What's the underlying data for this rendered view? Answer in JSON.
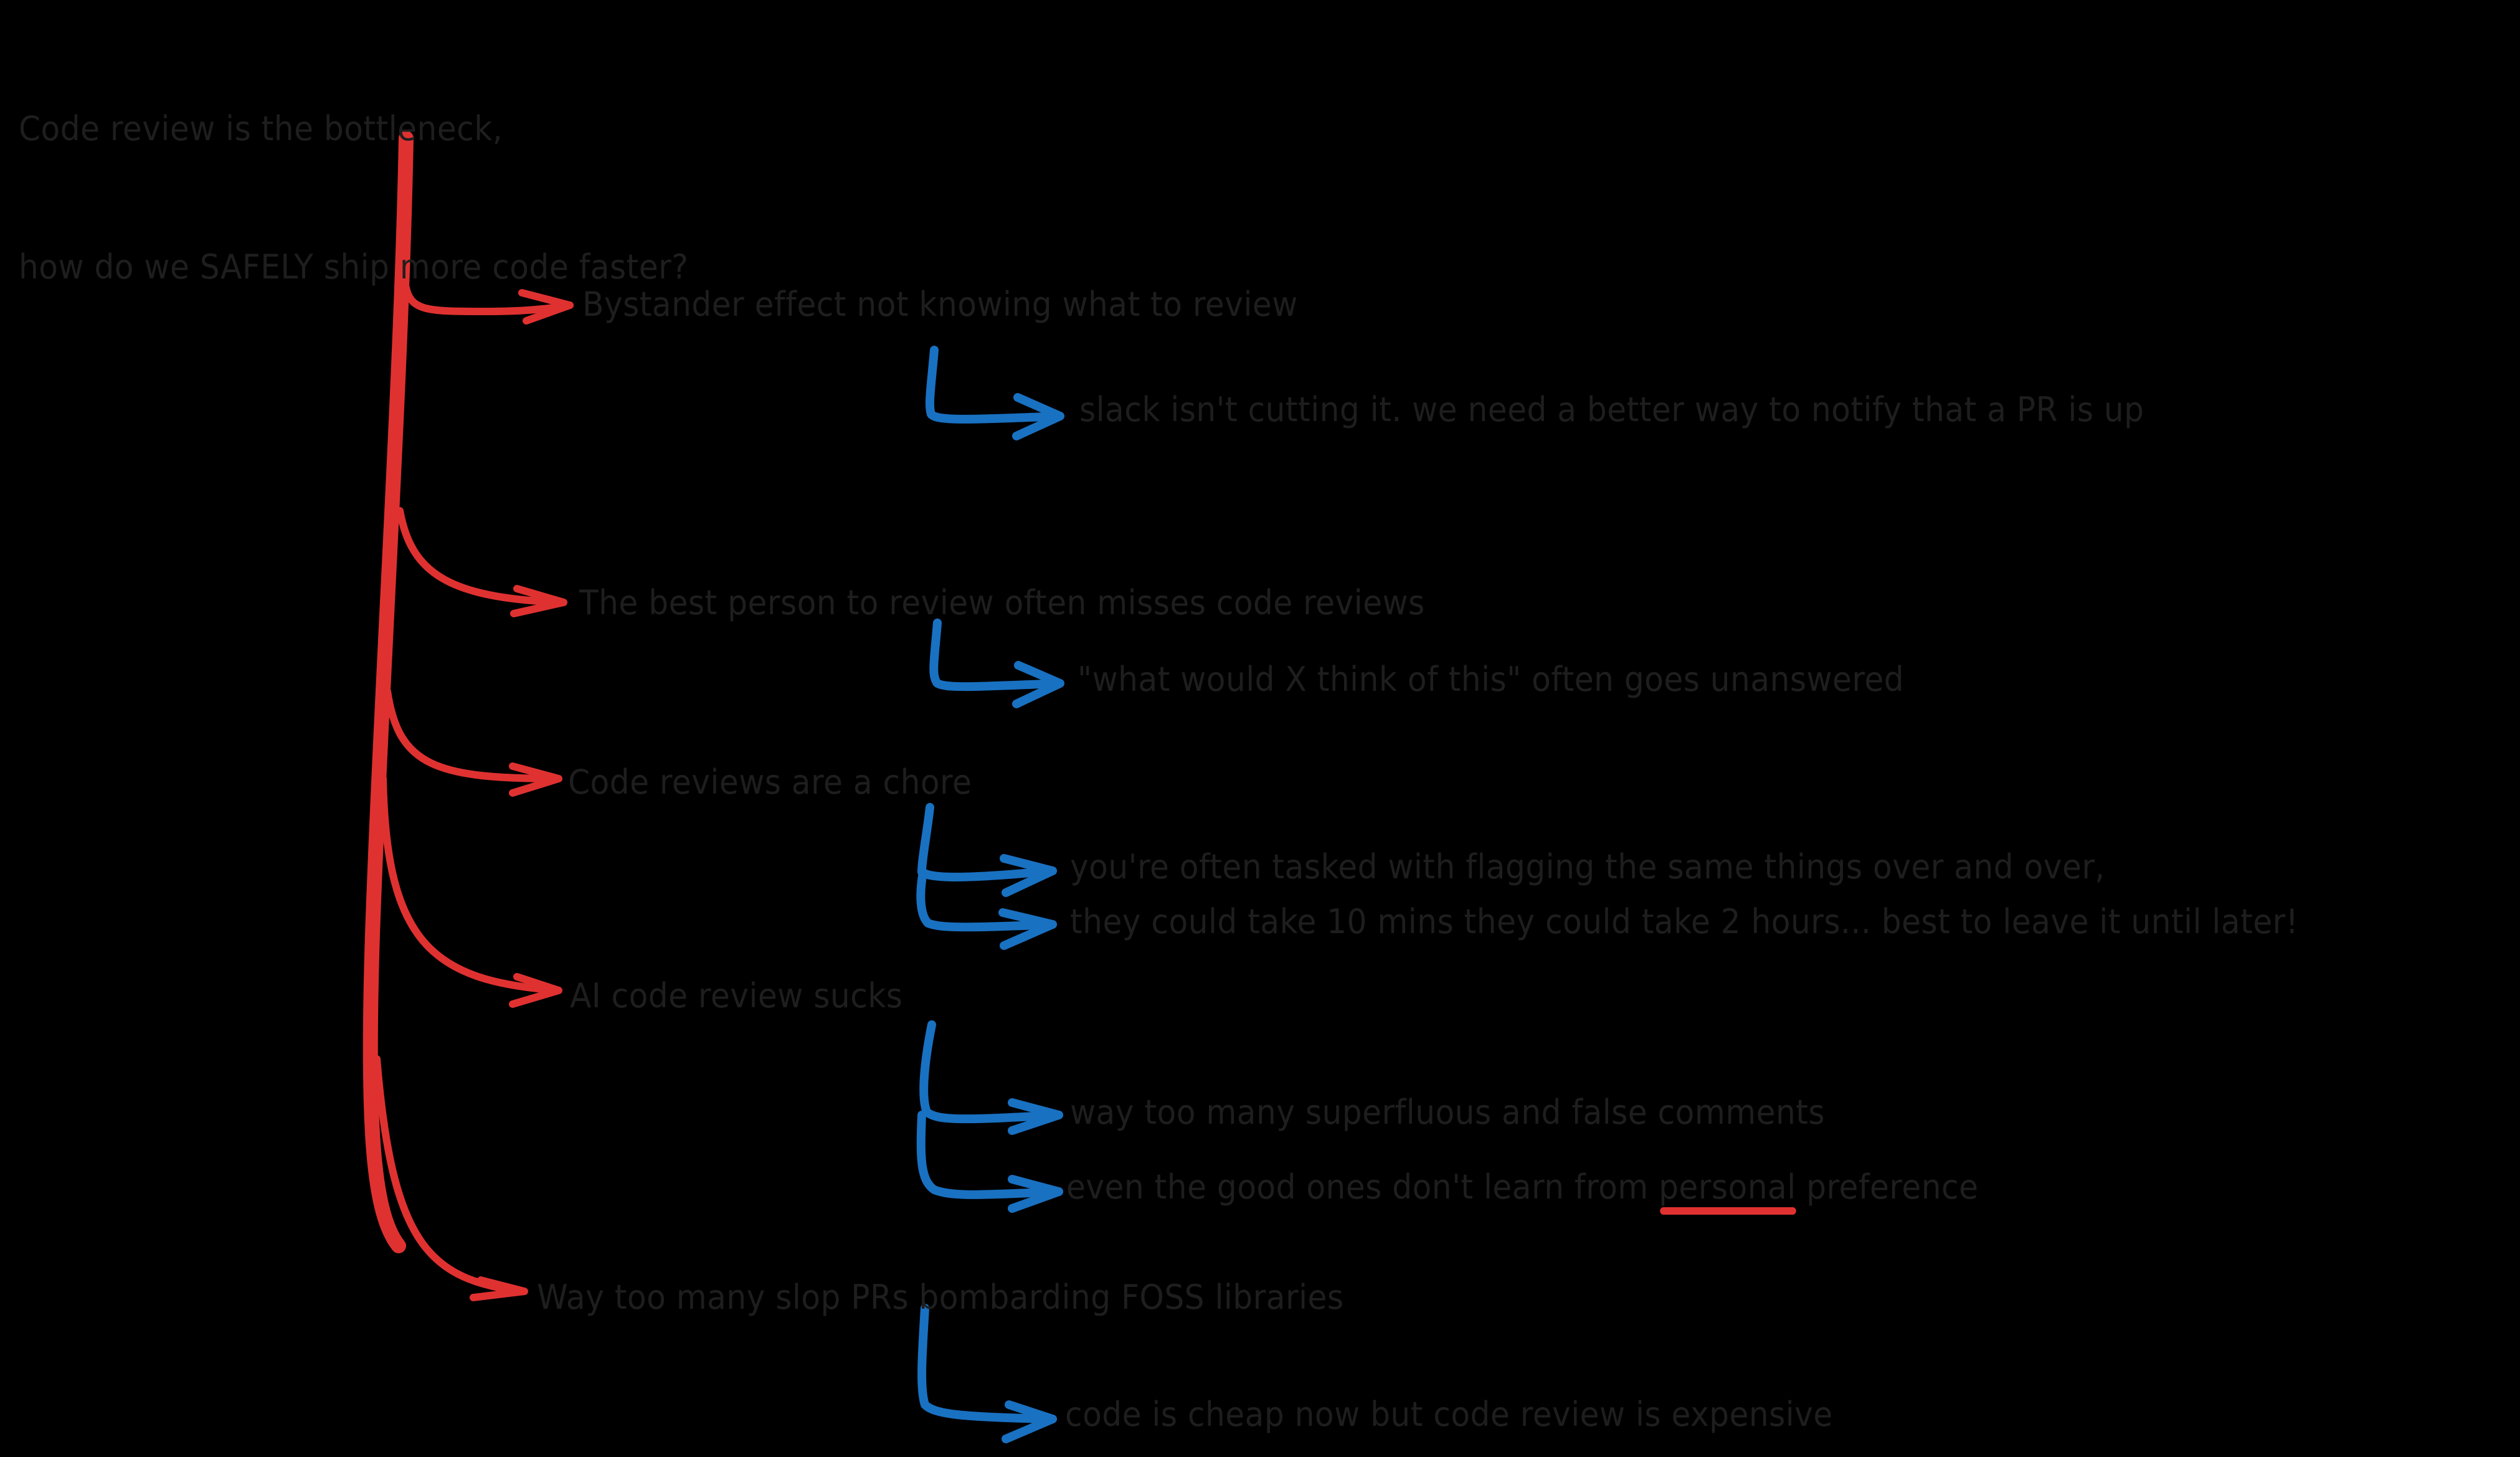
{
  "diagram": {
    "title": {
      "line1": "Code review is the bottleneck,",
      "line2": "how do we SAFELY ship more code faster?"
    },
    "colors": {
      "background": "#000000",
      "text": "#1e1e1e",
      "primary_arrows": "#e03131",
      "secondary_arrows": "#1971c2",
      "underline": "#e03131"
    },
    "branches": [
      {
        "label": "Bystander effect not knowing what to review",
        "children": [
          "slack isn't cutting it. we need a better way to notify that a PR is up"
        ]
      },
      {
        "label": "The best person to review often misses code reviews",
        "children": [
          "\"what would X think of this\" often goes unanswered"
        ]
      },
      {
        "label": "Code reviews are a chore",
        "children": [
          "you're often tasked with flagging the same things over and over,",
          "they could take 10 mins they could take 2 hours... best to leave it until later!"
        ]
      },
      {
        "label": "AI code review sucks",
        "children": [
          "way too many superfluous and false comments",
          {
            "before": "even the good ones don't learn from ",
            "emphasis": "personal",
            "after": " preference"
          }
        ]
      },
      {
        "label": "Way too many slop PRs bombarding FOSS libraries",
        "children": [
          "code is cheap now but code review is expensive"
        ]
      }
    ]
  }
}
